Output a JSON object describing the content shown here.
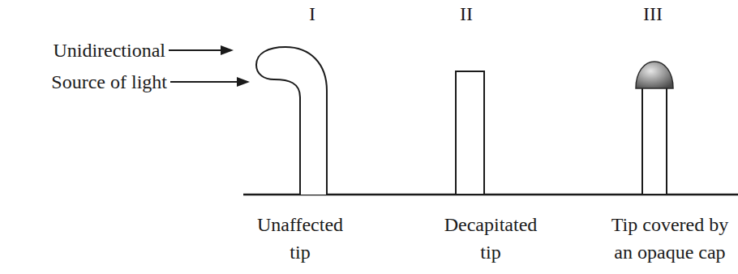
{
  "diagram": {
    "labels": [
      "Unidirectional",
      "Source of light",
      "I",
      "II",
      "III",
      "Unaffected tip",
      "Decapitated tip",
      "Tip covered by an opaque cap"
    ]
  }
}
